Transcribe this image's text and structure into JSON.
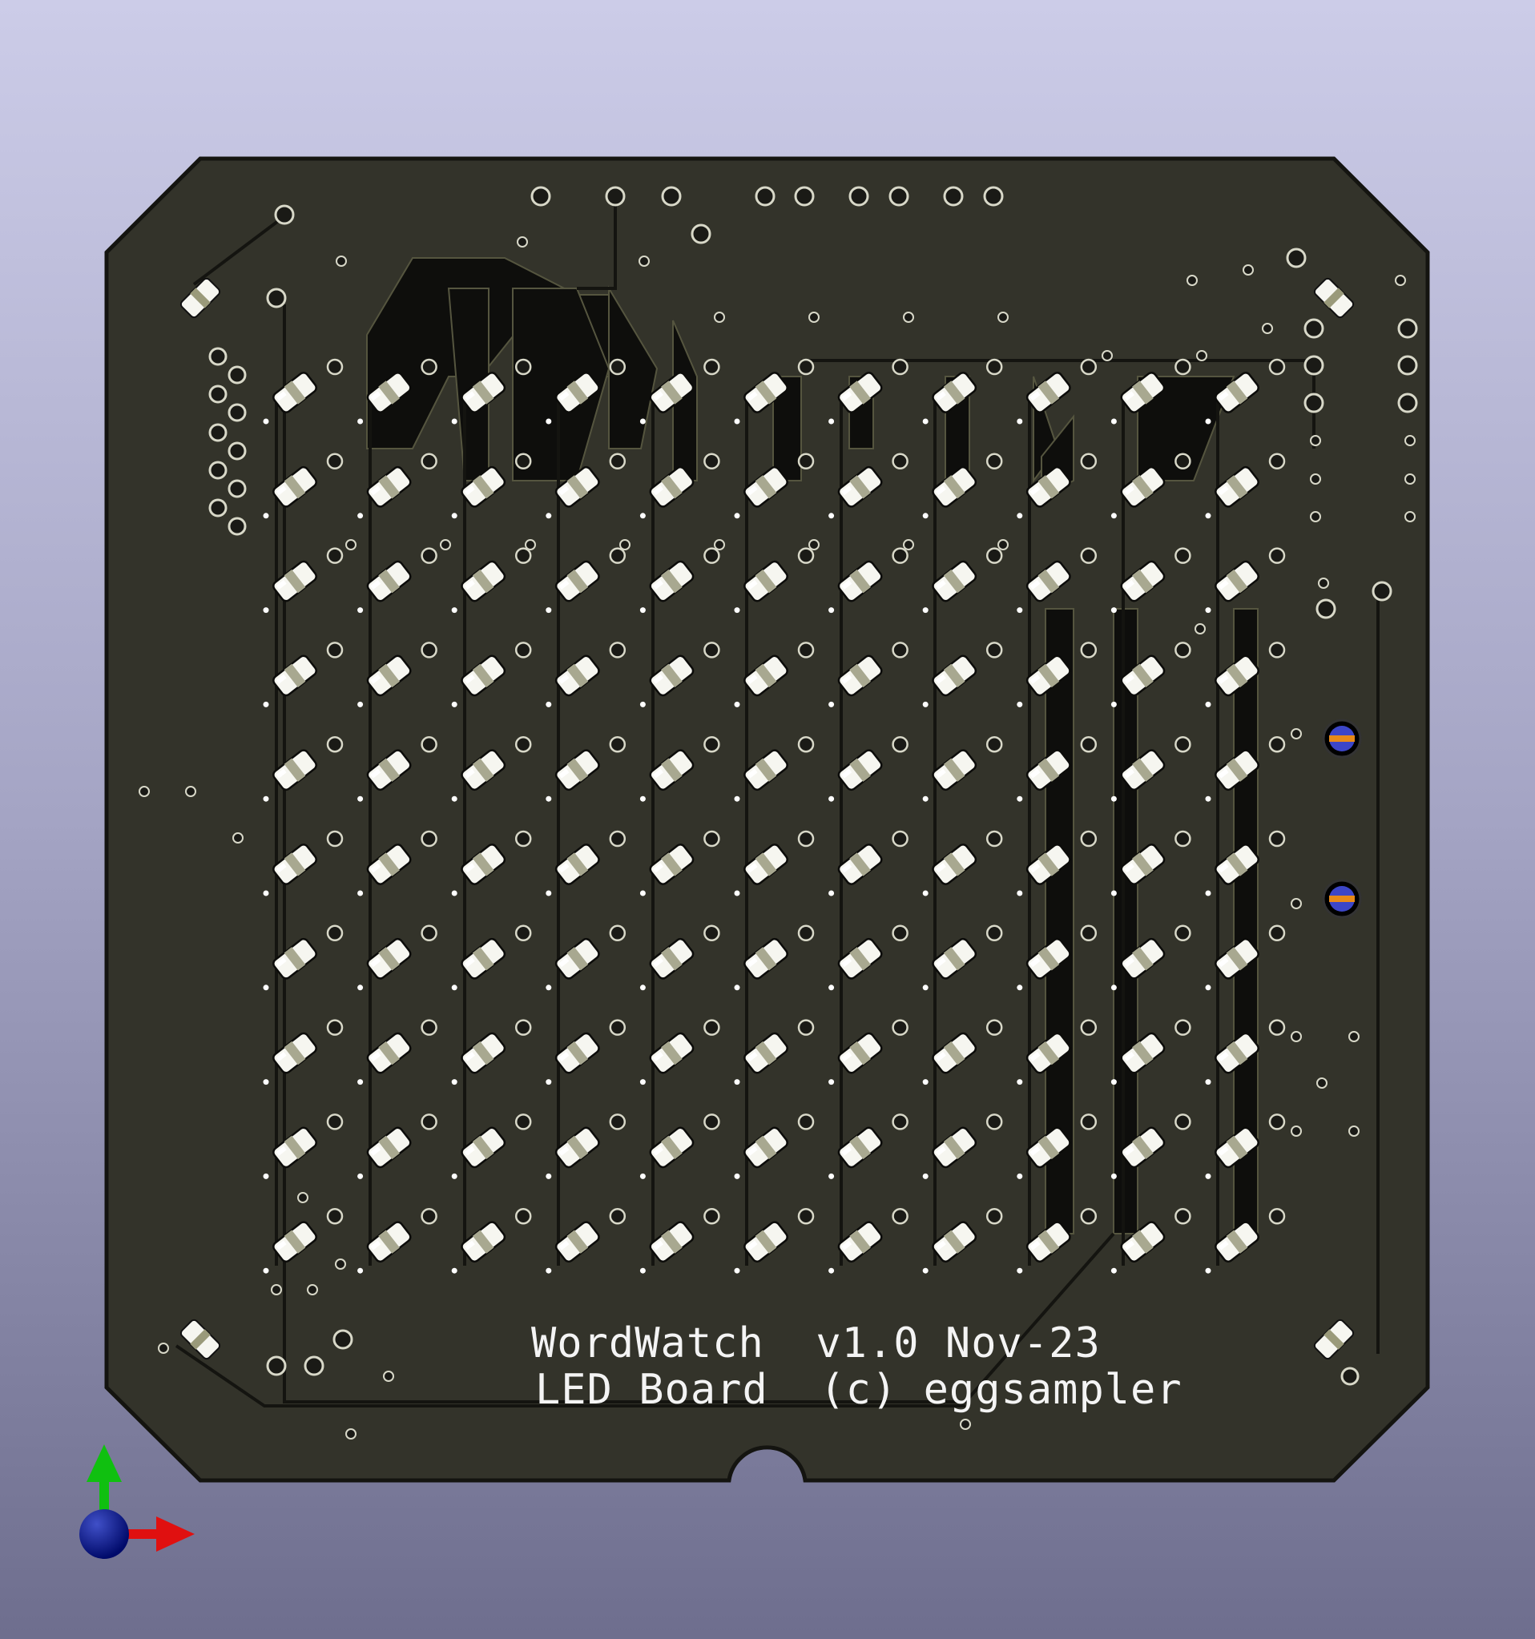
{
  "board": {
    "silkscreen_line1": "WordWatch  v1.0 Nov-23",
    "silkscreen_line2": "LED Board  (c) eggsampler",
    "led_grid": {
      "rows": 10,
      "cols": 11
    },
    "colors": {
      "background_top": "#cccce8",
      "background_bottom": "#6e6e8e",
      "board_copper": "#33332a",
      "board_outline": "#141410",
      "trace_fill": "#0e0e0c",
      "led_body": "#f6f6f0",
      "silkscreen": "#f4f4f4"
    }
  },
  "axes": {
    "x_axis_color": "#e01010",
    "y_axis_color": "#10c010",
    "z_axis_color": "#001090"
  }
}
